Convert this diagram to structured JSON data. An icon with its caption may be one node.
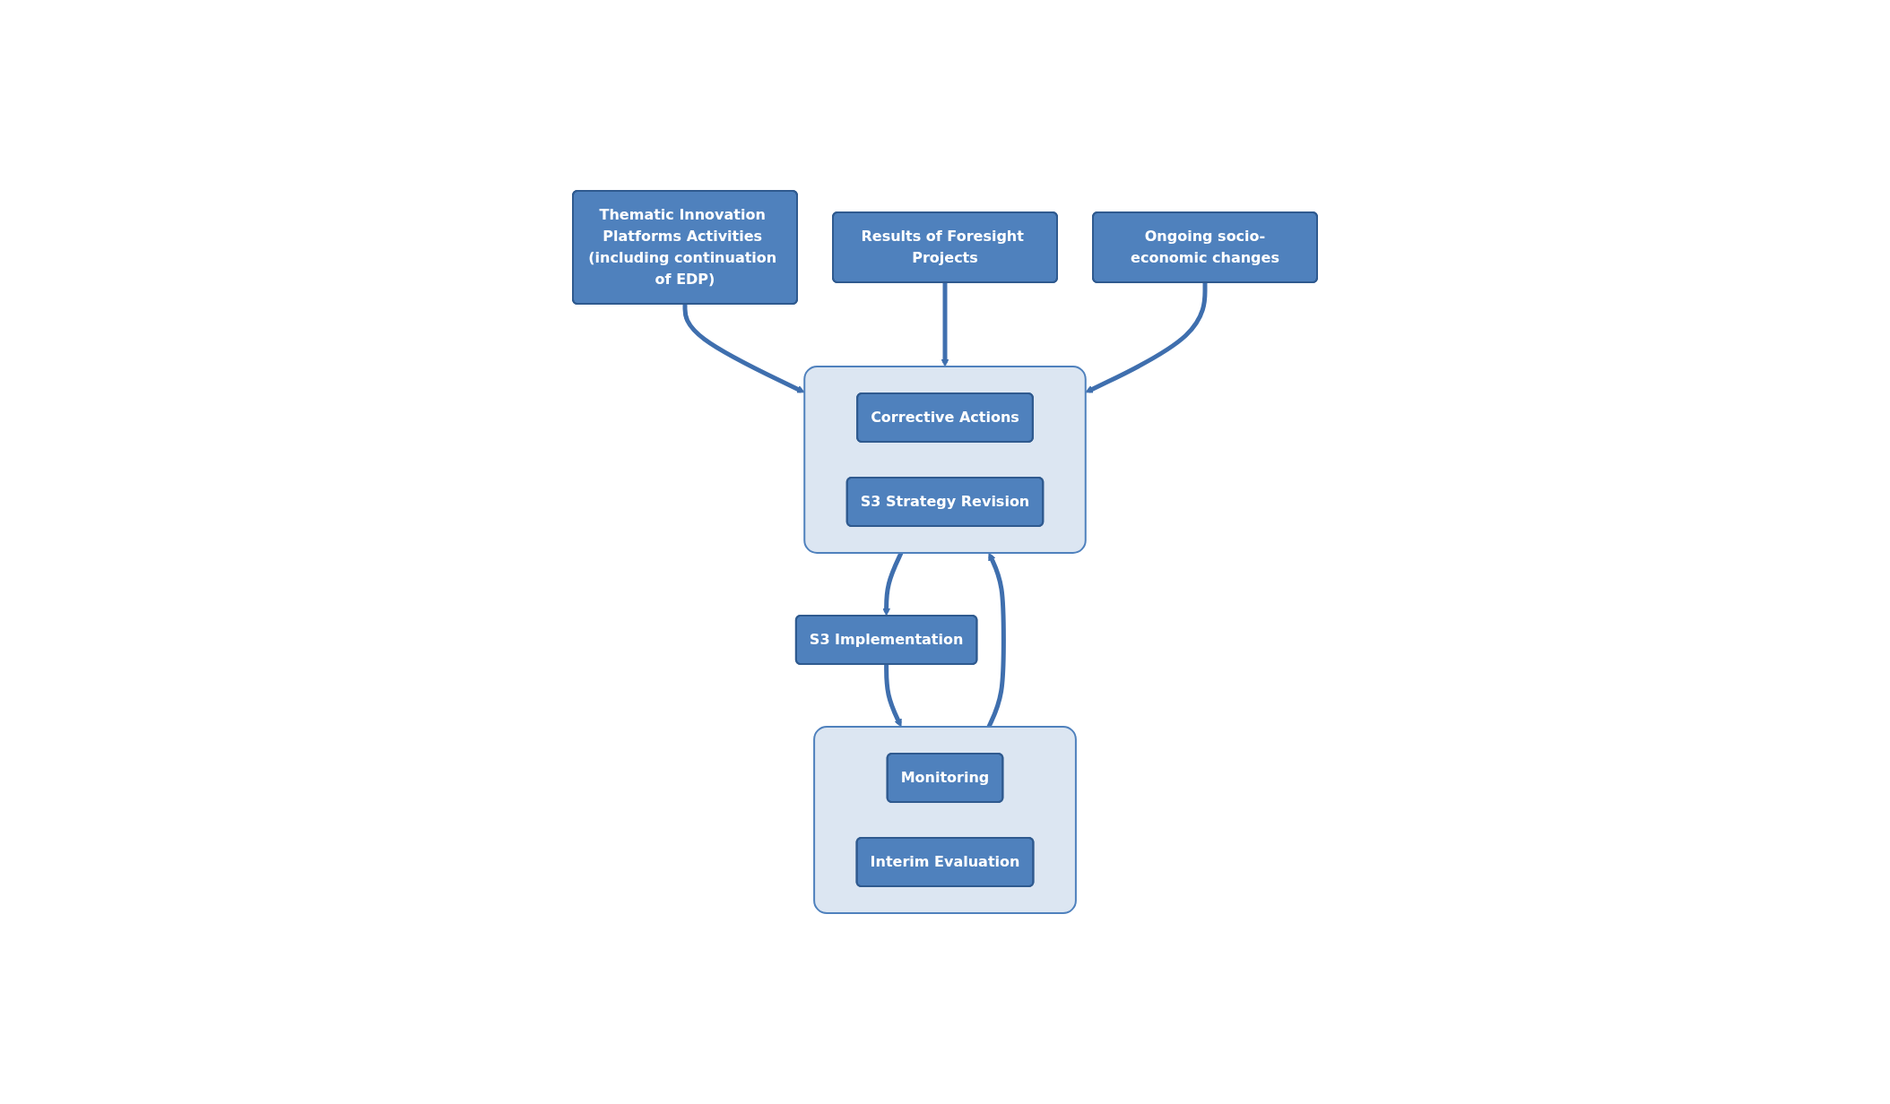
{
  "diagram": {
    "nodes": [
      {
        "text": [
          "S3 Implementation"
        ]
      },
      {
        "text": [
          "Thematic Innovation Platforms Activities (including continuation of EDP)"
        ]
      },
      {
        "text": [
          "Results of Foresight Projects"
        ]
      },
      {
        "text": [
          "Ongoing socio-economic changes"
        ]
      },
      {
        "text": [],
        "shape": "box"
      },
      {
        "text": [
          "Monitoring"
        ],
        "in": 4
      },
      {
        "text": [
          "Interim Evaluation"
        ],
        "in": 4
      },
      {
        "text": [],
        "shape": "box"
      },
      {
        "text": [
          "Corrective Actions"
        ],
        "in": 7
      },
      {
        "text": [
          "S3 Strategy Revision"
        ],
        "in": 7
      }
    ],
    "edges": [
      {
        "from": 0,
        "to": 4,
        "arrow": "to"
      },
      {
        "from": 4,
        "to": 7,
        "arrow": "to"
      },
      {
        "from": 1,
        "to": 7,
        "arrow": "to"
      },
      {
        "from": 2,
        "to": 7,
        "arrow": "to"
      },
      {
        "from": 3,
        "to": 7,
        "arrow": "to"
      },
      {
        "from": 7,
        "to": 0,
        "arrow": "to"
      }
    ]
  }
}
